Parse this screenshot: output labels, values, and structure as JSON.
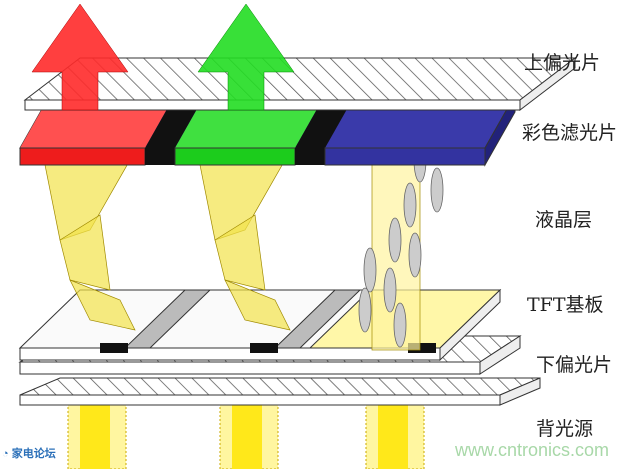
{
  "labels": {
    "top_polarizer": "上偏光片",
    "color_filter": "彩色滤光片",
    "liquid_crystal": "液晶层",
    "tft_substrate": "TFT基板",
    "bottom_polarizer": "下偏光片",
    "backlight": "背光源"
  },
  "watermarks": {
    "logo_text": "家电论坛",
    "site": "www.cntronics.com"
  },
  "colors": {
    "red": "#ff2a2a",
    "green": "#22dd22",
    "blue": "#3a3aaa",
    "liquid_crystal": "#f2e24a",
    "backlight": "#ffee33"
  }
}
